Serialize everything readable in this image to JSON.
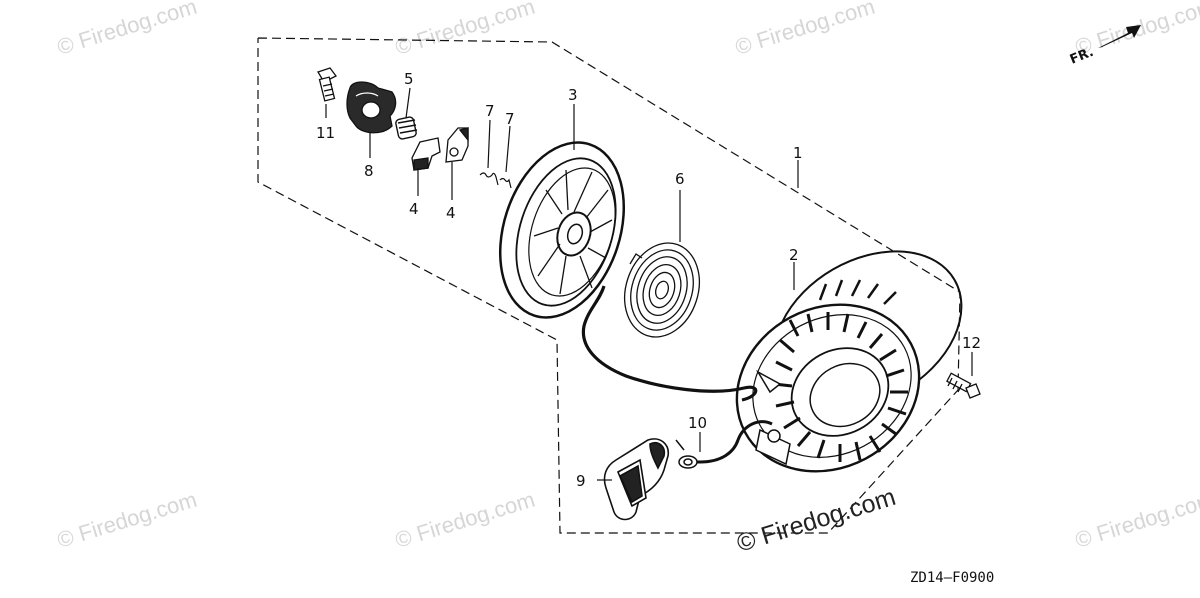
{
  "watermark_text": "© Firedog.com",
  "center_watermark_text": "© Firedog.com",
  "direction_marker": "FR.",
  "diagram_code": "ZD14—F0900",
  "part_labels": {
    "p1": "1",
    "p2": "2",
    "p3": "3",
    "p4a": "4",
    "p4b": "4",
    "p5": "5",
    "p6": "6",
    "p7a": "7",
    "p7b": "7",
    "p8": "8",
    "p9": "9",
    "p10": "10",
    "p11": "11",
    "p12": "12"
  }
}
